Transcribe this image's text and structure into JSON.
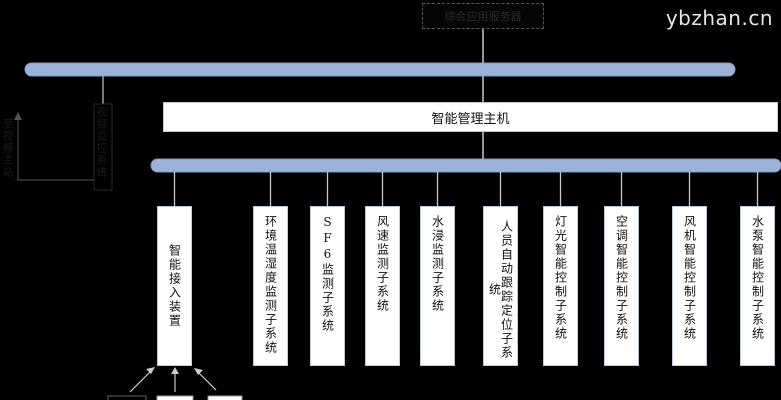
{
  "watermark": "ybzhan.cn",
  "top_server": "综合应用服务器",
  "management_host": "智能管理主机",
  "video_monitor": "视频监控系统",
  "video_master": "至视频主站",
  "subsystems": [
    "智能接入装置",
    "环境温湿度监测子系统",
    "SF6监测子系统",
    "风速监测子系统",
    "水浸监测子系统",
    "人员自动跟踪定位子系统",
    "灯光智能控制子系统",
    "空调智能控制子系统",
    "风机智能控制子系统",
    "水泵智能控制子系统"
  ],
  "colors": {
    "background": "#000000",
    "bus": "#9ab3d6",
    "bus_border": "#7e9cc6",
    "node_fill": "#ffffff",
    "node_border": "#b8c9dd",
    "line": "#c8c8c8"
  }
}
